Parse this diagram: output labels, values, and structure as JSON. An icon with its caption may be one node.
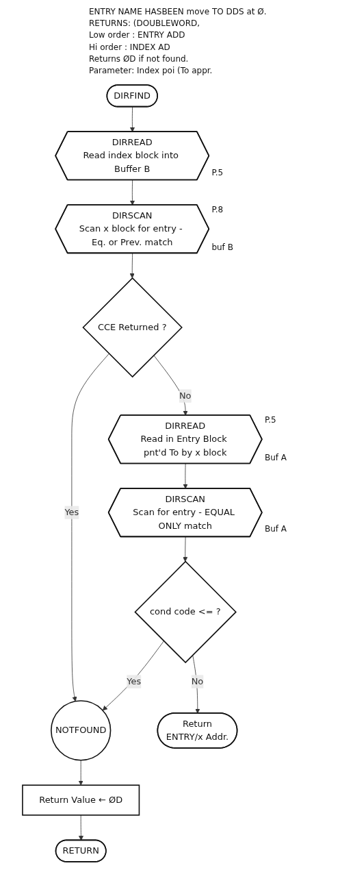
{
  "diagram": {
    "nodes": [
      {
        "text": [
          "DIRFIND"
        ]
      },
      {
        "text": [
          "DIRREAD",
          "Read index block into Buffer B"
        ],
        "beside": [
          "P.5"
        ]
      },
      {
        "text": [
          "DIRSCAN",
          "Scan x block for entry - Eq. or Prev. match"
        ],
        "beside": [
          "P.8",
          "buf B"
        ]
      },
      {
        "text": [
          "CCE Returned ?"
        ]
      },
      {
        "text": [
          "NOTFOUND"
        ]
      },
      {
        "text": [
          "Return Value ← ØD"
        ]
      },
      {
        "text": [
          "RETURN"
        ]
      },
      {
        "text": [
          "DIRREAD",
          "Read in Entry Block pnt'd To by x block"
        ],
        "beside": [
          "P.5",
          "Buf A"
        ]
      },
      {
        "text": [
          "DIRSCAN",
          "Scan for entry - EQUAL ONLY match"
        ],
        "beside": [
          "Buf A"
        ]
      },
      {
        "text": [
          "cond code <= ?"
        ]
      },
      {
        "text": [
          "Return",
          "ENTRY/x Addr."
        ]
      }
    ],
    "edges": [
      {
        "from": 0,
        "to": 1,
        "arrow": "to"
      },
      {
        "from": 1,
        "to": 2,
        "arrow": "to"
      },
      {
        "from": 2,
        "to": 3,
        "arrow": "to"
      },
      {
        "from": 3,
        "to": 4,
        "arrow": "to",
        "label": "Yes"
      },
      {
        "from": 4,
        "to": 5,
        "arrow": "to"
      },
      {
        "from": 5,
        "to": 6,
        "arrow": "to"
      },
      {
        "from": 3,
        "to": 7,
        "arrow": "to",
        "label": "No"
      },
      {
        "from": 7,
        "to": 8,
        "arrow": "to"
      },
      {
        "from": 8,
        "to": 9,
        "arrow": "to"
      },
      {
        "from": 9,
        "to": 4,
        "arrow": "to",
        "label": "Yes"
      },
      {
        "from": 9,
        "to": 10,
        "arrow": "to",
        "label": "No"
      }
    ],
    "labels": [
      "ENTRY NAME HASBEEN move TO DDS at Ø.",
      "RETURNS: (DOUBLEWORD,",
      "Low order : ENTRY ADD",
      "Hi order : INDEX AD",
      "Returns ØD if not found.",
      "Parameter: Index poi (To appr."
    ]
  }
}
